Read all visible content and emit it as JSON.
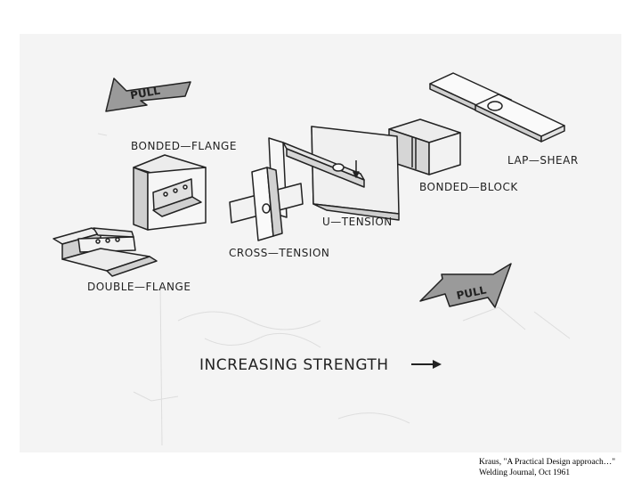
{
  "labels": {
    "bonded_flange": "BONDED—FLANGE",
    "double_flange": "DOUBLE—FLANGE",
    "cross_tension": "CROSS—TENSION",
    "u_tension": "U—TENSION",
    "bonded_block": "BONDED—BLOCK",
    "lap_shear": "LAP—SHEAR",
    "pull_top": "PULL",
    "pull_bottom": "PULL",
    "increasing_strength": "INCREASING STRENGTH"
  },
  "citation": {
    "line1": "Kraus, \"A Practical Design approach…\"",
    "line2": "Welding Journal, Oct 1961"
  },
  "colors": {
    "paper": "#f4f4f4",
    "ink": "#222222",
    "arrow_fill": "#9a9a9a",
    "shade": "#cfcfcf"
  }
}
